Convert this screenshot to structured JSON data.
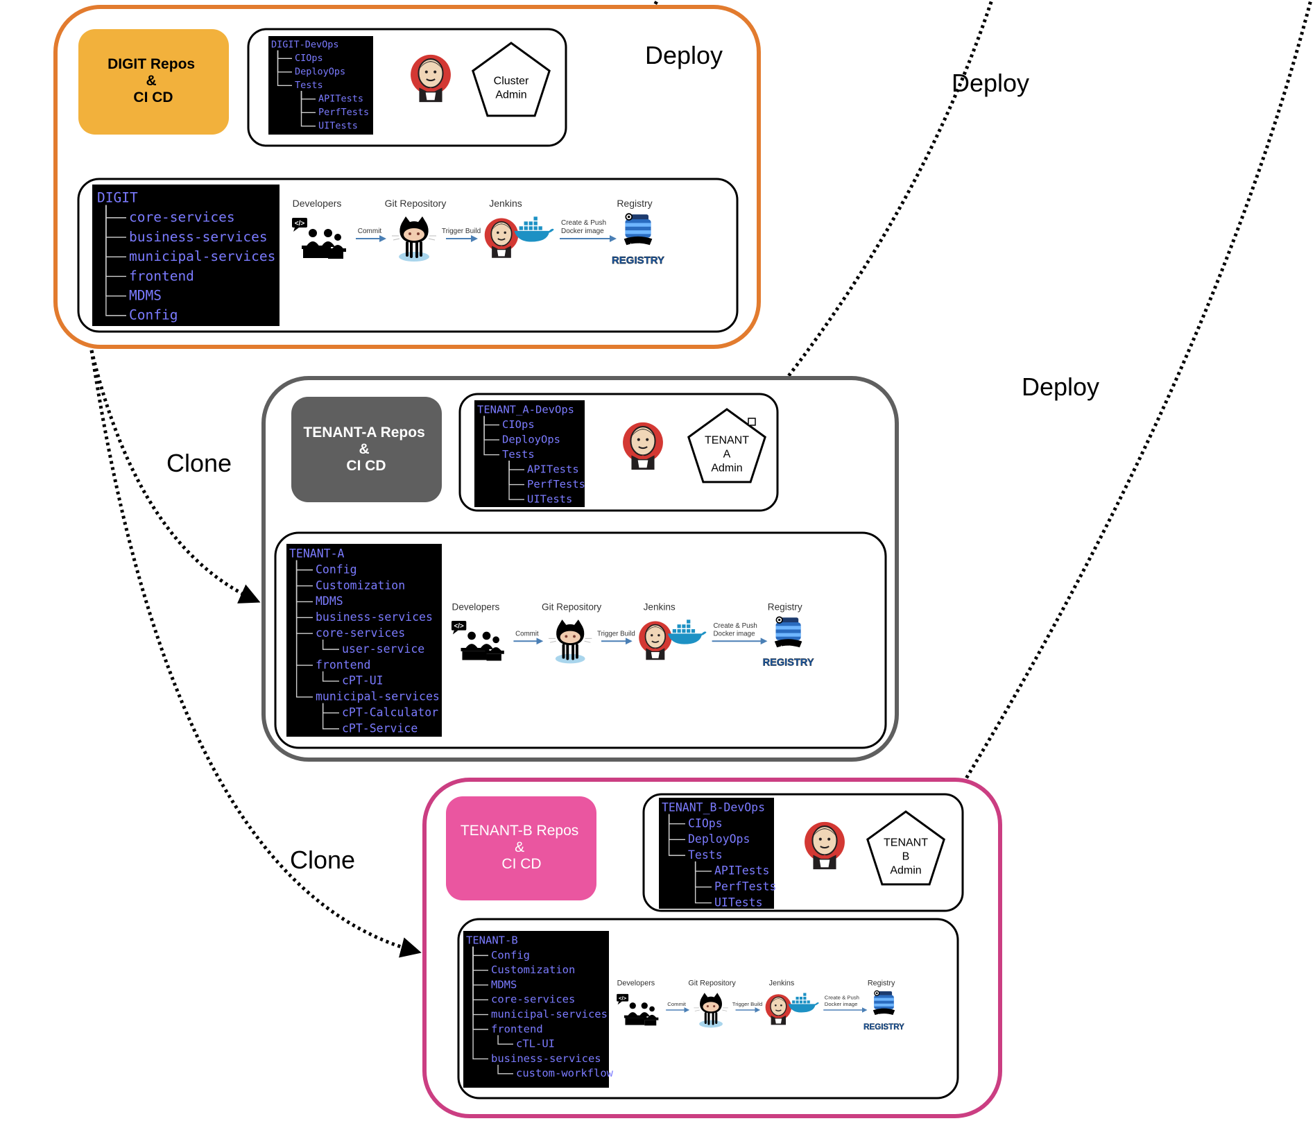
{
  "labels": {
    "deploy": "Deploy",
    "clone": "Clone"
  },
  "pipeline": {
    "developers": "Developers",
    "git_repository": "Git Repository",
    "jenkins": "Jenkins",
    "registry": "Registry",
    "commit": "Commit",
    "trigger_build": "Trigger Build",
    "create_push_line1": "Create & Push",
    "create_push_line2": "Docker image",
    "code_tag": "</>",
    "docker_word": "docker",
    "registry_logo": "REGISTRY"
  },
  "digit": {
    "title_lines": [
      "DIGIT Repos",
      "&",
      "CI CD"
    ],
    "admin_lines": [
      "Cluster",
      "Admin"
    ],
    "devops_tree": [
      {
        "text": "DIGIT-DevOps",
        "level": 0
      },
      {
        "text": "CIOps",
        "level": 1
      },
      {
        "text": "DeployOps",
        "level": 1
      },
      {
        "text": "Tests",
        "level": 1
      },
      {
        "text": "APITests",
        "level": 2
      },
      {
        "text": "PerfTests",
        "level": 2
      },
      {
        "text": "UITests",
        "level": 2
      }
    ],
    "repo_tree": [
      {
        "text": "DIGIT",
        "level": 0
      },
      {
        "text": "core-services",
        "level": 1
      },
      {
        "text": "business-services",
        "level": 1
      },
      {
        "text": "municipal-services",
        "level": 1
      },
      {
        "text": "frontend",
        "level": 1
      },
      {
        "text": "MDMS",
        "level": 1
      },
      {
        "text": "Config",
        "level": 1
      }
    ]
  },
  "tenant_a": {
    "title_lines": [
      "TENANT-A Repos",
      "&",
      "CI CD"
    ],
    "admin_lines": [
      "TENANT",
      "A",
      "Admin"
    ],
    "devops_tree": [
      {
        "text": "TENANT_A-DevOps",
        "level": 0
      },
      {
        "text": "CIOps",
        "level": 1
      },
      {
        "text": "DeployOps",
        "level": 1
      },
      {
        "text": "Tests",
        "level": 1
      },
      {
        "text": "APITests",
        "level": 2
      },
      {
        "text": "PerfTests",
        "level": 2
      },
      {
        "text": "UITests",
        "level": 2
      }
    ],
    "repo_tree": [
      {
        "text": "TENANT-A",
        "level": 0
      },
      {
        "text": "Config",
        "level": 1
      },
      {
        "text": "Customization",
        "level": 1
      },
      {
        "text": "MDMS",
        "level": 1
      },
      {
        "text": "business-services",
        "level": 1
      },
      {
        "text": "core-services",
        "level": 1
      },
      {
        "text": "user-service",
        "level": 2
      },
      {
        "text": "frontend",
        "level": 1
      },
      {
        "text": "cPT-UI",
        "level": 2
      },
      {
        "text": "municipal-services",
        "level": 1
      },
      {
        "text": "cPT-Calculator",
        "level": 2
      },
      {
        "text": "cPT-Service",
        "level": 2
      }
    ]
  },
  "tenant_b": {
    "title_lines": [
      "TENANT-B Repos",
      "&",
      "CI CD"
    ],
    "admin_lines": [
      "TENANT",
      "B",
      "Admin"
    ],
    "devops_tree": [
      {
        "text": "TENANT_B-DevOps",
        "level": 0
      },
      {
        "text": "CIOps",
        "level": 1
      },
      {
        "text": "DeployOps",
        "level": 1
      },
      {
        "text": "Tests",
        "level": 1
      },
      {
        "text": "APITests",
        "level": 2
      },
      {
        "text": "PerfTests",
        "level": 2
      },
      {
        "text": "UITests",
        "level": 2
      }
    ],
    "repo_tree": [
      {
        "text": "TENANT-B",
        "level": 0
      },
      {
        "text": "Config",
        "level": 1
      },
      {
        "text": "Customization",
        "level": 1
      },
      {
        "text": "MDMS",
        "level": 1
      },
      {
        "text": "core-services",
        "level": 1
      },
      {
        "text": "municipal-services",
        "level": 1
      },
      {
        "text": "frontend",
        "level": 1
      },
      {
        "text": "cTL-UI",
        "level": 2
      },
      {
        "text": "business-services",
        "level": 1
      },
      {
        "text": "custom-workflow",
        "level": 2
      }
    ]
  },
  "colors": {
    "digit_border": "#e27b2e",
    "digit_title_bg": "#f2b13c",
    "tenant_a_border": "#5f5f5f",
    "tenant_a_title_bg": "#5f5f5f",
    "tenant_b_border": "#cb3e82",
    "tenant_b_title_bg": "#ea56a0",
    "terminal_bg": "#000000",
    "terminal_text": "#7b7bff",
    "pipeline_arrow": "#4a7fb5"
  }
}
